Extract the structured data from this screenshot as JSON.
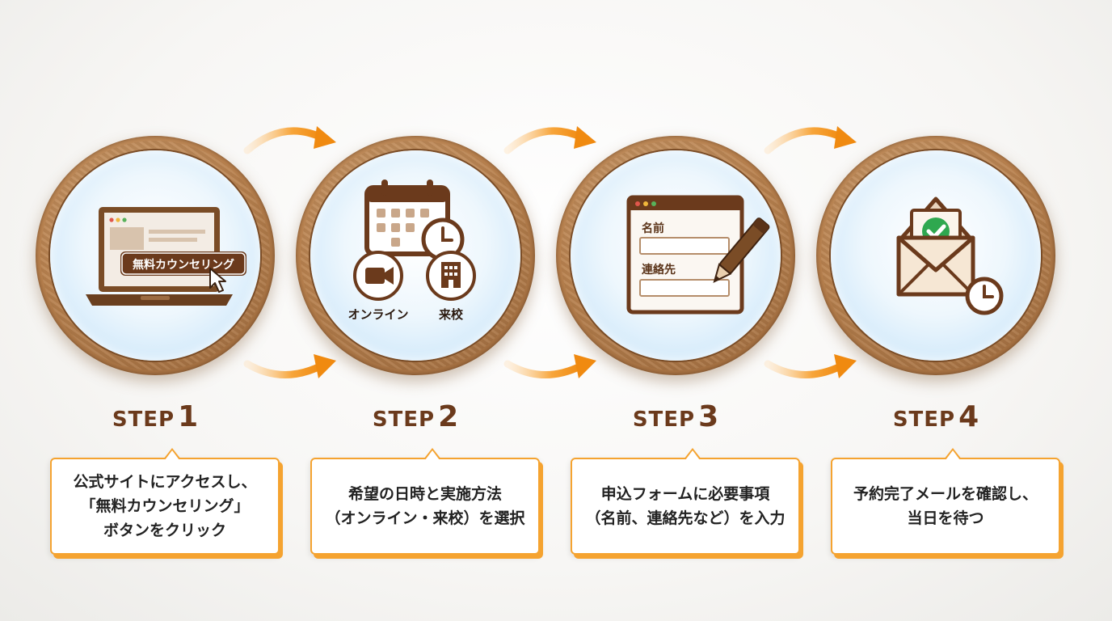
{
  "steps": [
    {
      "label_word": "STEP",
      "label_num": "1",
      "icon": "laptop-click-icon",
      "button_text": "無料カウンセリング",
      "desc": [
        "公式サイトにアクセスし、",
        "「無料カウンセリング」",
        "ボタンをクリック"
      ]
    },
    {
      "label_word": "STEP",
      "label_num": "2",
      "icon": "calendar-schedule-icon",
      "option_online": "オンライン",
      "option_visit": "来校",
      "desc": [
        "希望の日時と実施方法",
        "（オンライン・来校）を選択"
      ]
    },
    {
      "label_word": "STEP",
      "label_num": "3",
      "icon": "form-pen-icon",
      "field_name": "名前",
      "field_contact": "連絡先",
      "desc": [
        "申込フォームに必要事項",
        "（名前、連絡先など）を入力"
      ]
    },
    {
      "label_word": "STEP",
      "label_num": "4",
      "icon": "mail-confirm-icon",
      "desc": [
        "予約完了メールを確認し、",
        "当日を待つ"
      ]
    }
  ],
  "colors": {
    "accent": "#f5a330",
    "brown": "#6b3a1c",
    "wood": "#b9824f",
    "sky": "#cfe8fa",
    "check": "#2fa84f"
  }
}
